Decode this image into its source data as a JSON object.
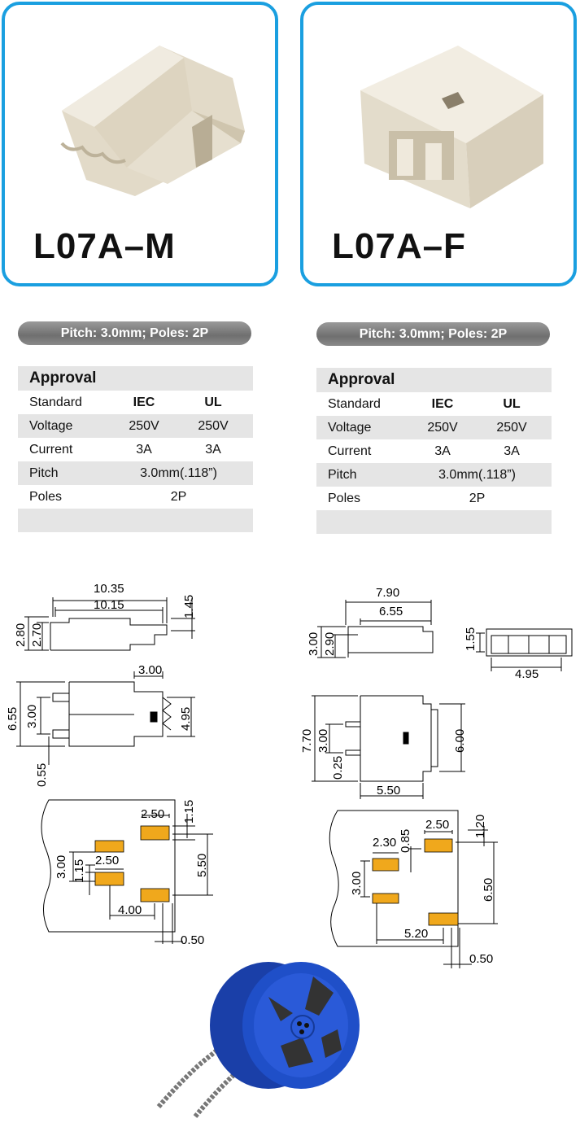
{
  "left": {
    "model": "L07A–M",
    "pill": "Pitch: 3.0mm;  Poles: 2P",
    "table": {
      "header": "Approval",
      "rows": [
        {
          "label": "Standard",
          "c1": "IEC",
          "c2": "UL"
        },
        {
          "label": "Voltage",
          "c1": "250V",
          "c2": "250V"
        },
        {
          "label": "Current",
          "c1": "3A",
          "c2": "3A"
        },
        {
          "label": "Pitch",
          "span": "3.0mm(.118”)"
        },
        {
          "label": "Poles",
          "span": "2P"
        }
      ]
    },
    "dims": {
      "top": [
        "10.35",
        "10.15",
        "1.45",
        "2.80",
        "2.70"
      ],
      "mid": [
        "3.00",
        "6.55",
        "3.00",
        "4.95",
        "0.55"
      ],
      "pcb": [
        "2.50",
        "1.15",
        "3.00",
        "1.15",
        "2.50",
        "5.50",
        "4.00",
        "0.50"
      ]
    }
  },
  "right": {
    "model": "L07A–F",
    "pill": "Pitch: 3.0mm;  Poles: 2P",
    "table": {
      "header": "Approval",
      "rows": [
        {
          "label": "Standard",
          "c1": "IEC",
          "c2": "UL"
        },
        {
          "label": "Voltage",
          "c1": "250V",
          "c2": "250V"
        },
        {
          "label": "Current",
          "c1": "3A",
          "c2": "3A"
        },
        {
          "label": "Pitch",
          "span": "3.0mm(.118”)"
        },
        {
          "label": "Poles",
          "span": "2P"
        }
      ]
    },
    "dims": {
      "top": [
        "7.90",
        "6.55",
        "3.00",
        "2.90"
      ],
      "end": [
        "1.55",
        "4.95"
      ],
      "mid": [
        "7.70",
        "3.00",
        "0.25",
        "6.00",
        "5.50"
      ],
      "pcb": [
        "2.50",
        "1.20",
        "2.30",
        "0.85",
        "3.00",
        "6.50",
        "5.20",
        "0.50"
      ]
    }
  },
  "colors": {
    "frame": "#1a9fe0",
    "pad": "#f0a81c",
    "reel": "#1f4fc8",
    "body": "#e9e2d2"
  }
}
